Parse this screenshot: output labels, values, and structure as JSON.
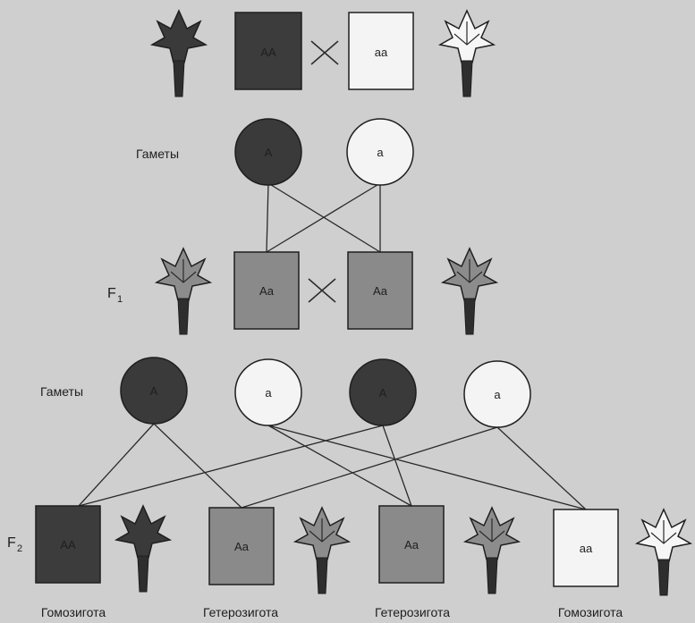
{
  "parents": {
    "left_genotype": "АА",
    "right_genotype": "аа"
  },
  "gametes_label": "Гаметы",
  "gametes_p": [
    "А",
    "а"
  ],
  "f1": {
    "label": "F",
    "label_sub": "1",
    "genotypes": [
      "Аа",
      "Аа"
    ]
  },
  "gametes_f1": [
    "А",
    "а",
    "А",
    "а"
  ],
  "f2": {
    "label": "F",
    "label_sub": "2",
    "genotypes": [
      "АА",
      "Аа",
      "Аа",
      "аа"
    ],
    "zygosity": [
      "Гомозигота",
      "Гетерозигота",
      "Гетерозигота",
      "Гомозигота"
    ]
  },
  "colors": {
    "background": "#cfcfcf",
    "dominant_dark": "#3c3c3c",
    "heterozygous": "#8a8a8a",
    "recessive_white": "#f4f4f4",
    "line": "#2a2a2a"
  },
  "icons": [
    "dark-flower-icon",
    "white-flower-icon",
    "pink-flower-icon",
    "cross-icon"
  ]
}
